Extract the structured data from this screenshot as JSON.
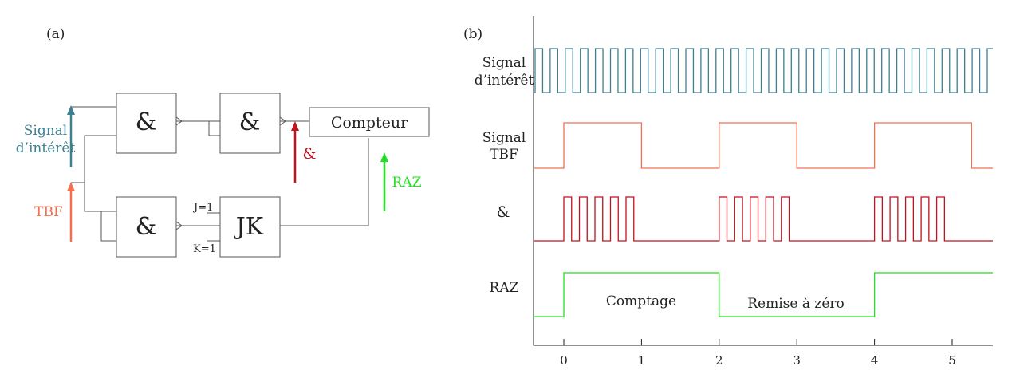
{
  "panel_a": {
    "label": "(a)",
    "gates": {
      "and1": "&",
      "and2": "&",
      "and3": "&",
      "jk": "JK"
    },
    "counter_label": "Compteur",
    "jk_inputs": {
      "j": "J=1",
      "k": "K=1"
    },
    "inputs": {
      "signal_line1": "Signal",
      "signal_line2": "d’intérêt",
      "tbf": "TBF",
      "and_out": "&",
      "raz": "RAZ"
    }
  },
  "panel_b": {
    "label": "(b)",
    "rows": {
      "signal_line1": "Signal",
      "signal_line2": "d’intérêt",
      "tbf_line1": "Signal",
      "tbf_line2": "TBF",
      "and": "&",
      "raz": "RAZ"
    },
    "annotations": {
      "counting": "Comptage",
      "reset": "Remise à zéro"
    },
    "x_ticks": [
      "0",
      "1",
      "2",
      "3",
      "4",
      "5"
    ]
  },
  "colors": {
    "signal": "#3f7f8f",
    "tbf": "#f07050",
    "and": "#c0141e",
    "raz": "#22e022",
    "line": "#555555"
  }
}
